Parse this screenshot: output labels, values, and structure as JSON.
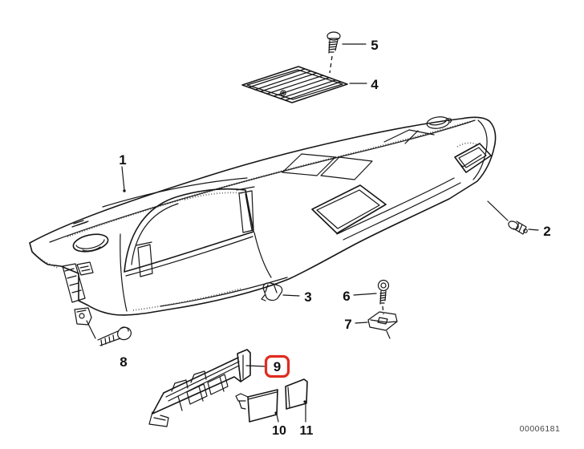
{
  "figure": {
    "background": "#ffffff",
    "line_color": "#161616",
    "drawing_number": "00006181",
    "muted_color": "#c4c4c4",
    "highlight_color": "#e02b20",
    "highlighted_part": "9"
  },
  "callouts": {
    "c1": {
      "label": "1"
    },
    "c2": {
      "label": "2"
    },
    "c3": {
      "label": "3"
    },
    "c4": {
      "label": "4"
    },
    "c5": {
      "label": "5"
    },
    "c6": {
      "label": "6"
    },
    "c7": {
      "label": "7"
    },
    "c8": {
      "label": "8"
    },
    "c9": {
      "label": "9"
    },
    "c10": {
      "label": "10"
    },
    "c11": {
      "label": "11"
    }
  }
}
